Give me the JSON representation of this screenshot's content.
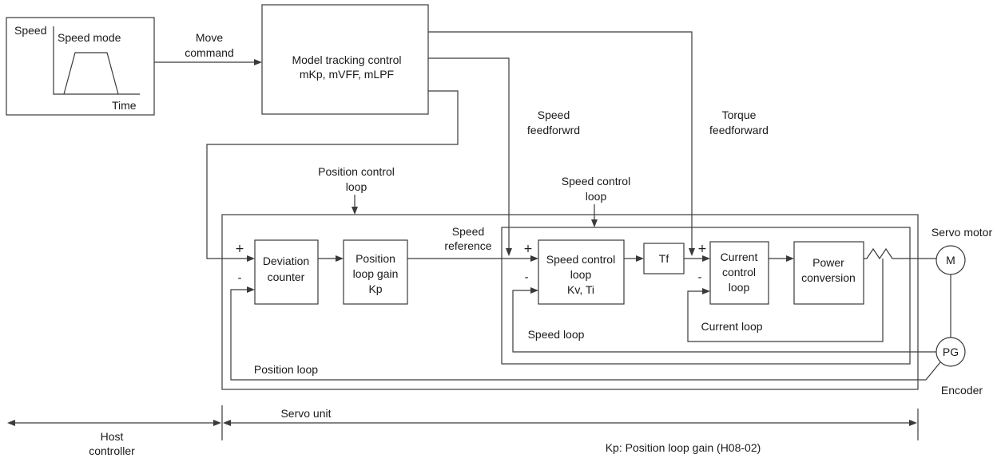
{
  "speed_mode_panel": {
    "y_axis_label": "Speed",
    "mode_label": "Speed mode",
    "x_axis_label": "Time"
  },
  "move_command": [
    "Move",
    "command"
  ],
  "model_tracking": {
    "title": "Model tracking control",
    "params": "mKp, mVFF, mLPF"
  },
  "speed_feedforward": [
    "Speed",
    "feedforwrd"
  ],
  "torque_feedforward": [
    "Torque",
    "feedforward"
  ],
  "position_control_loop": [
    "Position control",
    "loop"
  ],
  "speed_control_loop_label": [
    "Speed control",
    "loop"
  ],
  "speed_reference": [
    "Speed",
    "reference"
  ],
  "deviation_counter": [
    "Deviation",
    "counter"
  ],
  "position_loop_gain": [
    "Position",
    "loop gain",
    "Kp"
  ],
  "speed_control_block": [
    "Speed control",
    "loop",
    "Kv, Ti"
  ],
  "tf_block": "Tf",
  "current_control_block": [
    "Current",
    "control",
    "loop"
  ],
  "power_conversion": [
    "Power",
    "conversion"
  ],
  "servo_motor_label": "Servo motor",
  "motor_symbol": "M",
  "encoder_symbol": "PG",
  "encoder_label": "Encoder",
  "speed_loop": "Speed loop",
  "current_loop": "Current loop",
  "position_loop": "Position loop",
  "signs": {
    "plus": "+",
    "minus": "-"
  },
  "host_controller": [
    "Host",
    "controller"
  ],
  "servo_unit": "Servo unit",
  "footnote": "Kp: Position loop gain (H08-02)"
}
